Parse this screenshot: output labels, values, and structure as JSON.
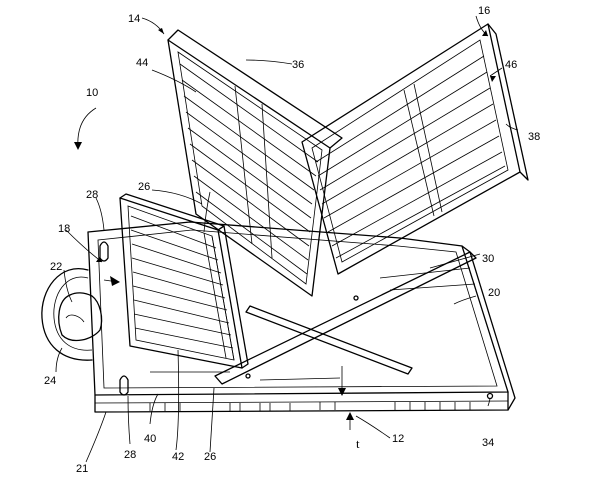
{
  "figure": {
    "labels": {
      "l10": "10",
      "l12": "12",
      "l14": "14",
      "l16": "16",
      "l18": "18",
      "l20": "20",
      "l21": "21",
      "l22": "22",
      "l24": "24",
      "l26a": "26",
      "l26b": "26",
      "l28a": "28",
      "l28b": "28",
      "l30": "30",
      "l34": "34",
      "l36": "36",
      "l38": "38",
      "l40": "40",
      "l42": "42",
      "l44": "44",
      "l46": "46",
      "lt": "t"
    }
  }
}
